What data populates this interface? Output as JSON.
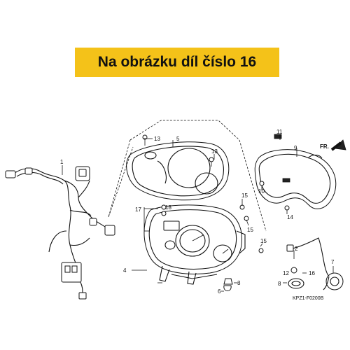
{
  "banner": {
    "text": "Na obrázku díl číslo 16",
    "background": "#f4c219"
  },
  "direction_label": "FR.",
  "diagram_code": "KPZ1-F0200B",
  "callouts": {
    "c1": "1",
    "c2": "2",
    "c3": "3",
    "c4": "4",
    "c5": "5",
    "c6": "6",
    "c7": "7",
    "c8": "8",
    "c9": "9",
    "c10": "10",
    "c11": "11",
    "c12": "12",
    "c13a": "13",
    "c13b": "13",
    "c14": "14",
    "c15a": "15",
    "c15b": "15",
    "c15c": "15",
    "c16": "16",
    "c17": "17",
    "c18": "18"
  }
}
